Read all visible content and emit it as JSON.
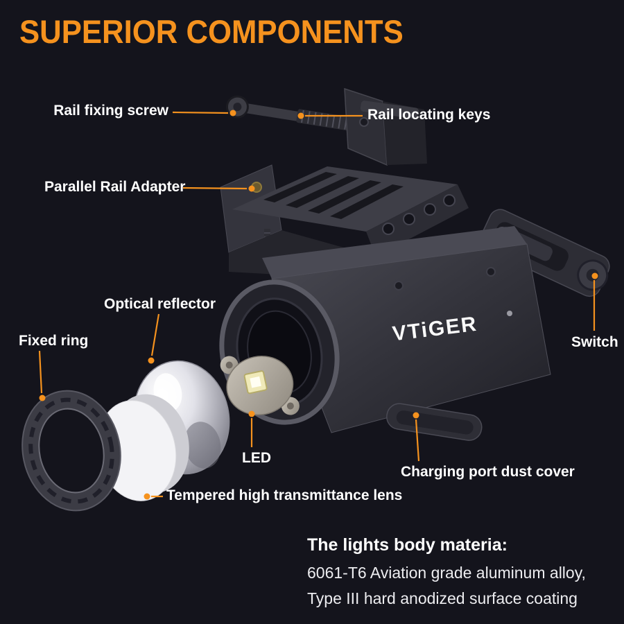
{
  "title": "SUPERIOR COMPONENTS",
  "brand": "VTiGER",
  "colors": {
    "background": "#14141c",
    "accent": "#f5921e",
    "label_text": "#ffffff"
  },
  "callouts": [
    {
      "id": "rail-fixing-screw",
      "label": "Rail fixing screw"
    },
    {
      "id": "rail-locating-keys",
      "label": "Rail locating keys"
    },
    {
      "id": "parallel-rail-adapter",
      "label": "Parallel Rail Adapter"
    },
    {
      "id": "optical-reflector",
      "label": "Optical reflector"
    },
    {
      "id": "fixed-ring",
      "label": "Fixed ring"
    },
    {
      "id": "switch",
      "label": "Switch"
    },
    {
      "id": "led",
      "label": "LED"
    },
    {
      "id": "charging-port-dust-cover",
      "label": "Charging port dust cover"
    },
    {
      "id": "tempered-lens",
      "label": "Tempered high transmittance lens"
    }
  ],
  "footer": {
    "heading": "The lights body materia:",
    "line1": "6061-T6 Aviation grade aluminum alloy,",
    "line2": "Type III hard anodized surface coating"
  }
}
